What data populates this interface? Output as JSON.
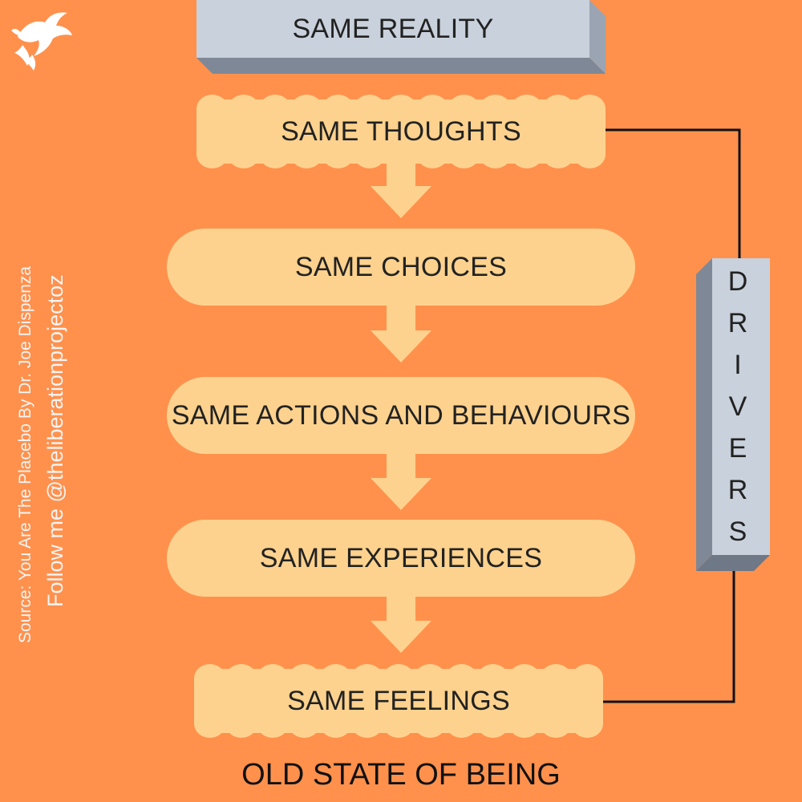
{
  "header": {
    "reality_label": "SAME REALITY"
  },
  "flow": {
    "thoughts": "SAME THOUGHTS",
    "choices": "SAME CHOICES",
    "actions": "SAME ACTIONS AND BEHAVIOURS",
    "experiences": "SAME EXPERIENCES",
    "feelings": "SAME FEELINGS"
  },
  "drivers": {
    "letters": [
      "D",
      "R",
      "I",
      "V",
      "E",
      "R",
      "S"
    ]
  },
  "side": {
    "source": "Source: You Are The Placebo By Dr. Joe Dispenza",
    "follow": "Follow me @theliberationprojectoz"
  },
  "footer": {
    "title": "OLD STATE OF BEING"
  },
  "icons": {
    "logo": "dove-logo-icon"
  },
  "colors": {
    "background": "#FF914D",
    "pill": "#FDD28E",
    "box_front": "#C9D1DC",
    "box_side": "#8A95A3",
    "connector": "#111111"
  }
}
